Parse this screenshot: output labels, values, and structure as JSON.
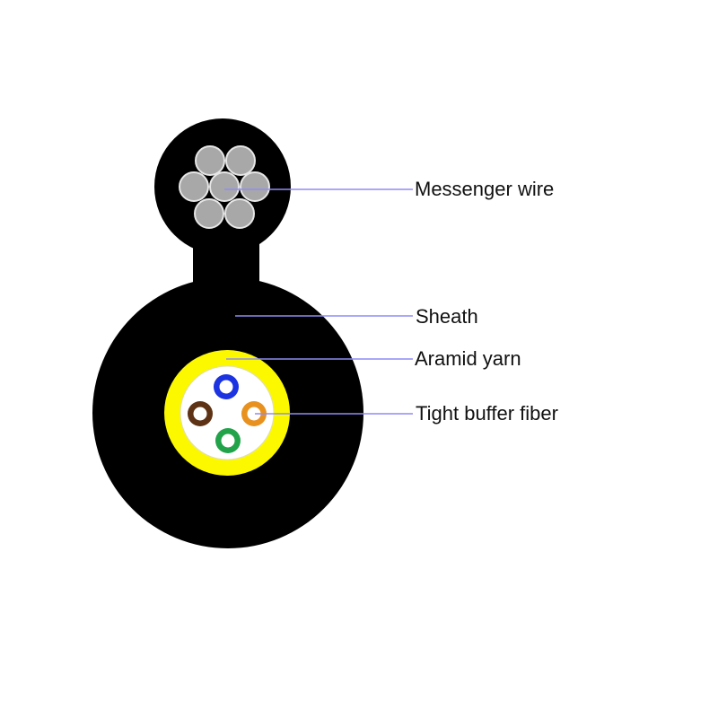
{
  "labels": {
    "messenger_wire": "Messenger wire",
    "sheath": "Sheath",
    "aramid_yarn": "Aramid yarn",
    "tight_buffer_fiber": "Tight buffer fiber"
  },
  "colors": {
    "sheath": "#000000",
    "messenger_strand": "#a8a8a8",
    "messenger_strand_outline": "#e6e6e6",
    "aramid_yarn": "#fbf800",
    "inner_tube": "#ffffff",
    "leader_line": "#8f8cf5",
    "fibers": [
      "#1b33e0",
      "#e8911f",
      "#5d3215",
      "#21a34a"
    ]
  },
  "fibers": [
    {
      "color_name": "blue"
    },
    {
      "color_name": "orange"
    },
    {
      "color_name": "brown"
    },
    {
      "color_name": "green"
    }
  ]
}
